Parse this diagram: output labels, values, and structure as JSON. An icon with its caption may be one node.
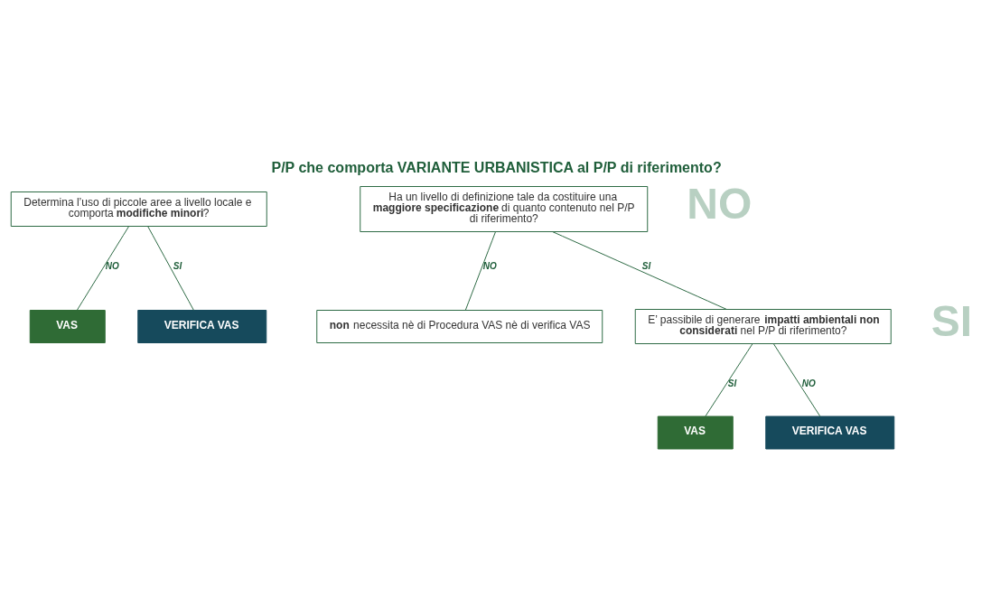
{
  "diagram": {
    "title": "P/P che comporta VARIANTE URBANISTICA al P/P di riferimento?",
    "nodes": [
      {
        "text": [
          "Determina l’uso di piccole aree a livello locale e comporta **modifiche minori**?"
        ]
      },
      {
        "text": [
          "VAS"
        ]
      },
      {
        "text": [
          "VERIFICA VAS"
        ]
      },
      {
        "text": [
          "Ha un livello di definizione tale da costituire una **maggiore specificazione** di quanto contenuto nel P/P di riferimento?"
        ]
      },
      {
        "text": [
          "**non** necessita nè di Procedura VAS nè di verifica VAS"
        ]
      },
      {
        "text": [
          "E’ passibile di generare **impatti ambientali non considerati** nel P/P di riferimento?"
        ]
      },
      {
        "text": [
          "VAS"
        ]
      },
      {
        "text": [
          "VERIFICA VAS"
        ]
      }
    ],
    "edges": [
      {
        "from": 0,
        "to": 1,
        "arrow": "none",
        "label": "NO"
      },
      {
        "from": 0,
        "to": 2,
        "arrow": "none",
        "label": "SI"
      },
      {
        "from": 3,
        "to": 5,
        "arrow": "none",
        "label": "SI"
      },
      {
        "from": 3,
        "to": 4,
        "arrow": "none",
        "label": "NO"
      },
      {
        "from": 5,
        "to": 6,
        "arrow": "none",
        "label": "SI"
      },
      {
        "from": 5,
        "to": 7,
        "arrow": "none",
        "label": "NO"
      }
    ],
    "labels": [
      "NO",
      "SI"
    ]
  }
}
